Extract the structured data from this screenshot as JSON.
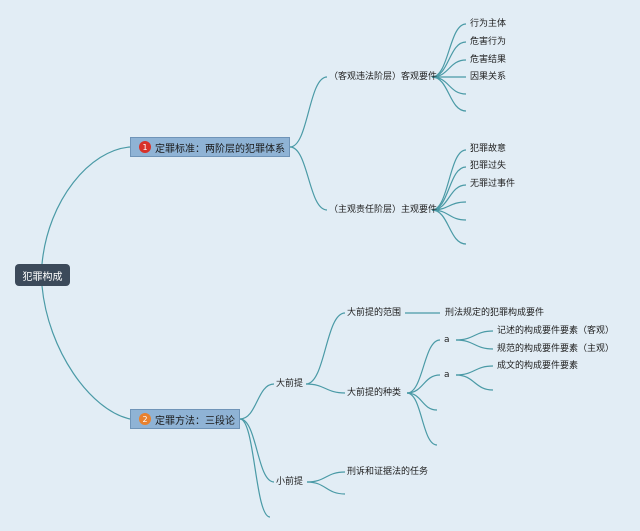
{
  "root": "犯罪构成",
  "branch1": {
    "number": "1",
    "label": "定罪标准：两阶层的犯罪体系",
    "objective": {
      "label": "（客观违法阶层）客观要件",
      "items": [
        "行为主体",
        "危害行为",
        "危害结果",
        "因果关系"
      ]
    },
    "subjective": {
      "label": "（主观责任阶层）主观要件",
      "items": [
        "犯罪故意",
        "犯罪过失",
        "无罪过事件"
      ]
    }
  },
  "branch2": {
    "number": "2",
    "label": "定罪方法：三段论",
    "major": {
      "label": "大前提",
      "scope": {
        "label": "大前提的范围",
        "value": "刑法规定的犯罪构成要件"
      },
      "kinds": {
        "label": "大前提的种类",
        "marker_a1": "a",
        "marker_a2": "a",
        "descriptive": "记述的构成要件要素（客观）",
        "normative": "规范的构成要件要素（主观）",
        "written": "成文的构成要件要素"
      }
    },
    "minor": {
      "label": "小前提",
      "task": "刑诉和证据法的任务"
    }
  },
  "colors": {
    "background": "#e2edf5",
    "line": "#4a9aa6",
    "root_fill": "#3c4a5a",
    "main_fill": "#8fb3d5"
  }
}
